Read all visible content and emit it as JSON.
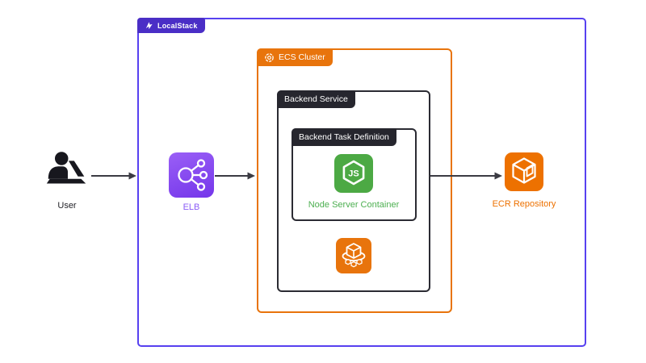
{
  "diagram": {
    "localstack_label": "LocalStack",
    "ecs_cluster_label": "ECS Cluster",
    "backend_service_label": "Backend Service",
    "backend_task_definition_label": "Backend Task Definition",
    "node_server_container_label": "Node Server Container",
    "user_label": "User",
    "elb_label": "ELB",
    "ecr_repository_label": "ECR Repository"
  },
  "icons": {
    "localstack_logo": "localstack-logo-icon",
    "ecs_cluster": "ecs-cluster-ring-icon",
    "nodejs": "nodejs-hexagon-icon",
    "ecs_service": "ecs-cubes-icon",
    "user": "user-at-laptop-icon",
    "elb": "load-balancer-icon",
    "ecr": "container-registry-cube-icon"
  },
  "colors": {
    "localstack_border": "#5741F0",
    "localstack_badge_bg": "#4A2EC6",
    "cluster_orange": "#E8740C",
    "ecr_orange": "#ED7100",
    "dark_badge_bg": "#26262E",
    "dark_border": "#2B2B33",
    "node_green": "#4CAF50",
    "elb_purple": "#8B5CF6",
    "arrow": "#3B3B43",
    "background": "#FFFFFF"
  }
}
